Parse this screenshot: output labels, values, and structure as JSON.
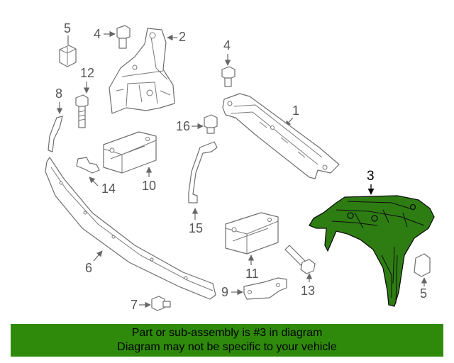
{
  "callouts": {
    "c1": "1",
    "c2": "2",
    "c3": "3",
    "c4a": "4",
    "c4b": "4",
    "c5a": "5",
    "c5b": "5",
    "c6": "6",
    "c7": "7",
    "c8": "8",
    "c9": "9",
    "c10": "10",
    "c11": "11",
    "c12": "12",
    "c13": "13",
    "c14": "14",
    "c15": "15",
    "c16": "16"
  },
  "highlighted_part": "3",
  "colors": {
    "highlight": "#2e7d13",
    "banner": "#2f8a0b"
  },
  "banner": {
    "line1": "Part or sub-assembly is #3 in diagram",
    "line2": "Diagram may not be specific to your vehicle"
  }
}
